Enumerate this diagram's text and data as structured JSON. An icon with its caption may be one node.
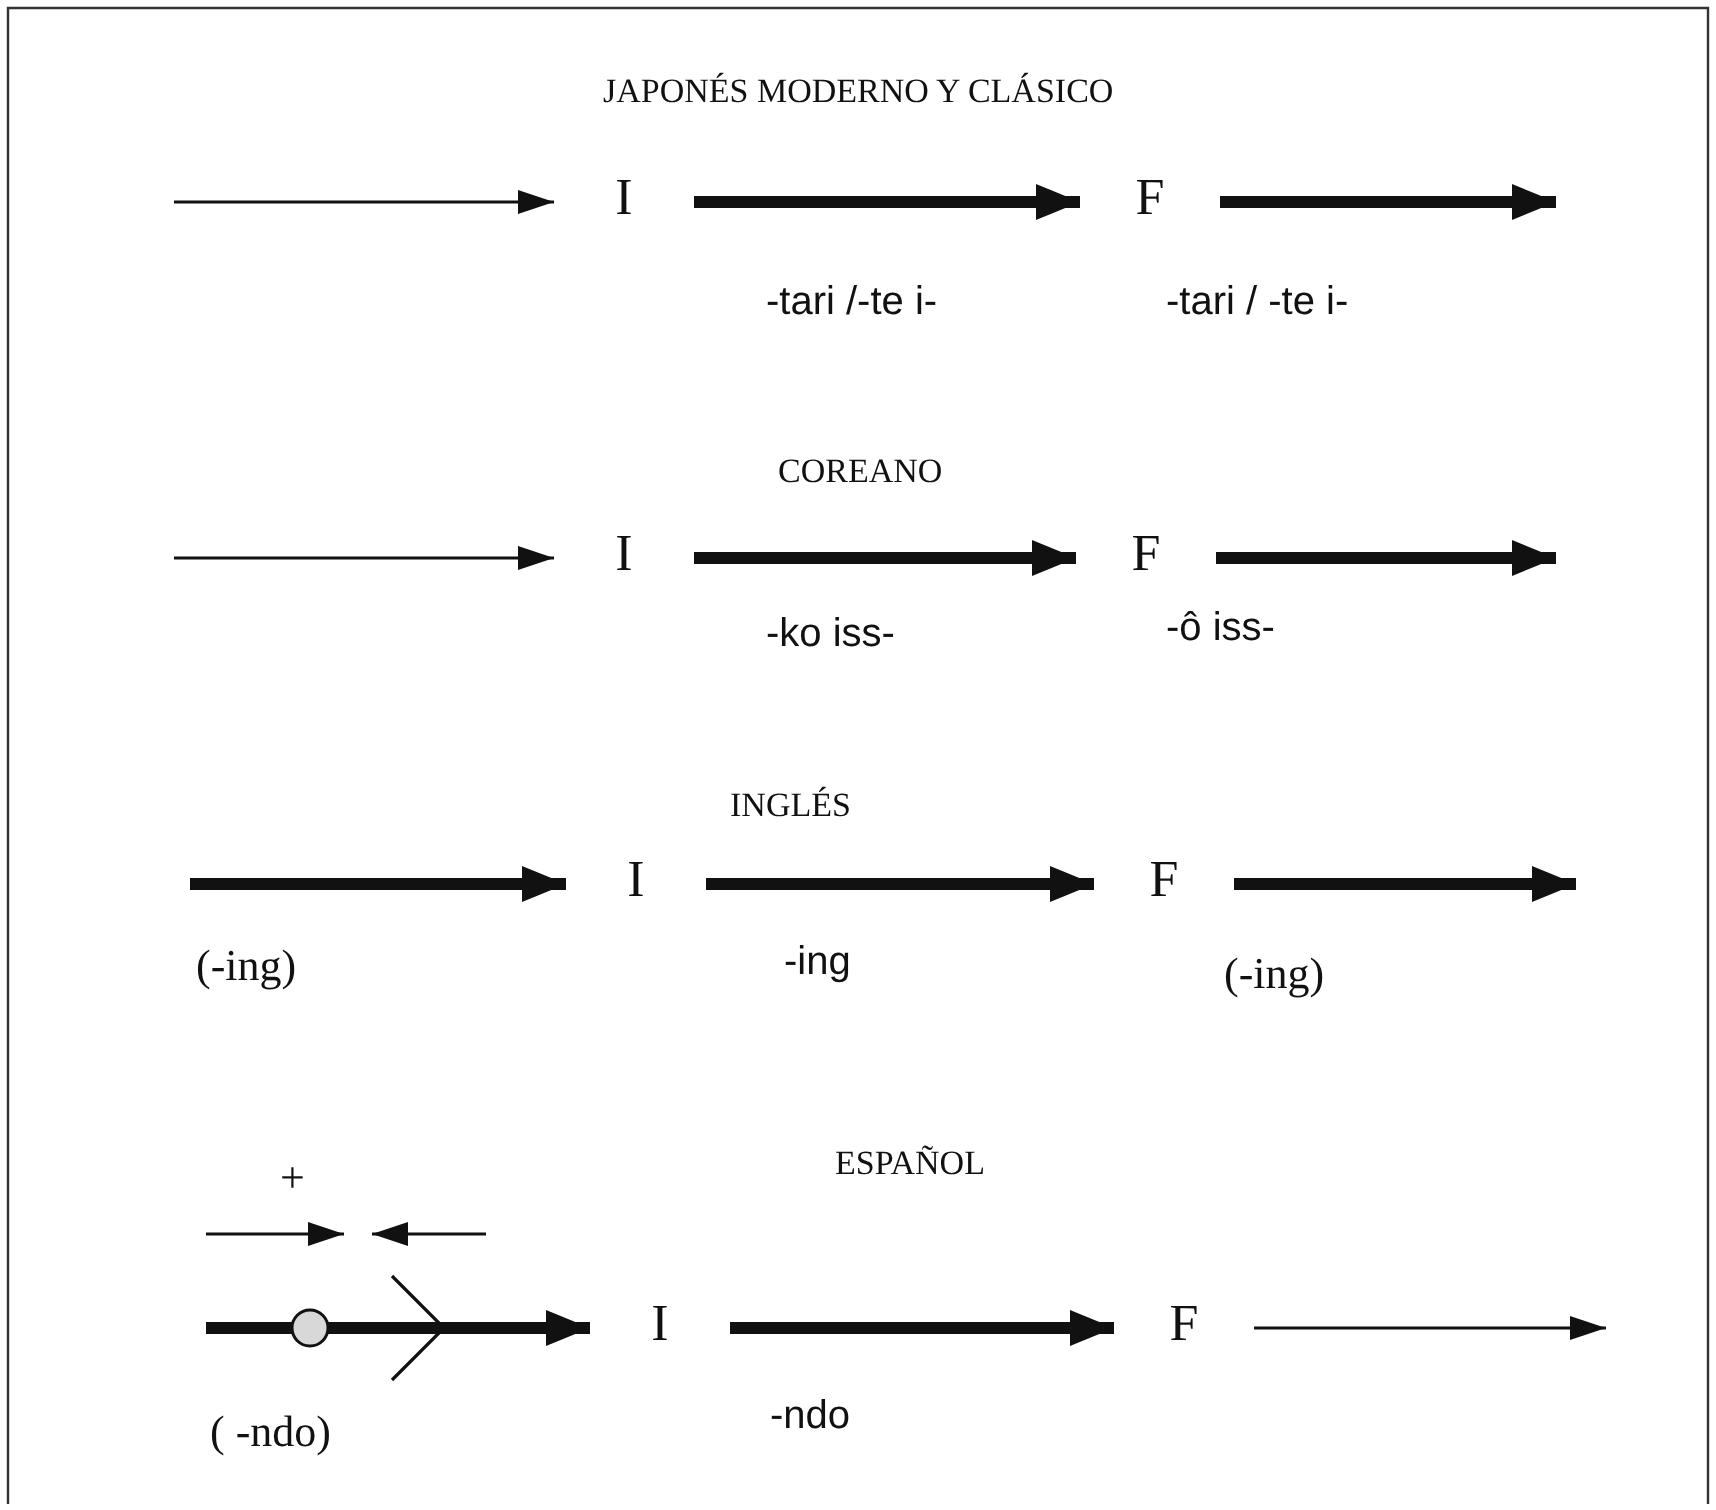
{
  "diagram": {
    "nodes": [
      {
        "text": [
          "I"
        ]
      },
      {
        "text": [
          "F"
        ]
      },
      {
        "text": [
          "I"
        ]
      },
      {
        "text": [
          "F"
        ]
      },
      {
        "text": [
          "I"
        ]
      },
      {
        "text": [
          "F"
        ]
      },
      {
        "text": [
          "I"
        ]
      },
      {
        "text": [
          "F"
        ]
      }
    ],
    "edges": [
      {
        "from": null,
        "to": 0,
        "arrow": "to"
      },
      {
        "from": 0,
        "to": 1,
        "arrow": "to",
        "label": "-tari /-te i-"
      },
      {
        "from": 1,
        "to": null,
        "arrow": "to",
        "label": "-tari / -te i-"
      },
      {
        "from": null,
        "to": 2,
        "arrow": "to"
      },
      {
        "from": 2,
        "to": 3,
        "arrow": "to",
        "label": "-ko iss-"
      },
      {
        "from": 3,
        "to": null,
        "arrow": "to",
        "label": "-ô iss-"
      },
      {
        "from": null,
        "to": 4,
        "arrow": "to",
        "label": "(-ing)"
      },
      {
        "from": 4,
        "to": 5,
        "arrow": "to",
        "label": "-ing"
      },
      {
        "from": 5,
        "to": null,
        "arrow": "to",
        "label": "(-ing)"
      },
      {
        "from": null,
        "to": 6,
        "arrow": "to",
        "label": "( -ndo)"
      },
      {
        "from": 6,
        "to": 7,
        "arrow": "to",
        "label": "-ndo"
      },
      {
        "from": 7,
        "to": null,
        "arrow": "to"
      }
    ],
    "labels": [
      "JAPONÉS MODERNO Y CLÁSICO",
      "COREANO",
      "INGLÉS",
      "ESPAÑOL",
      "+"
    ]
  }
}
